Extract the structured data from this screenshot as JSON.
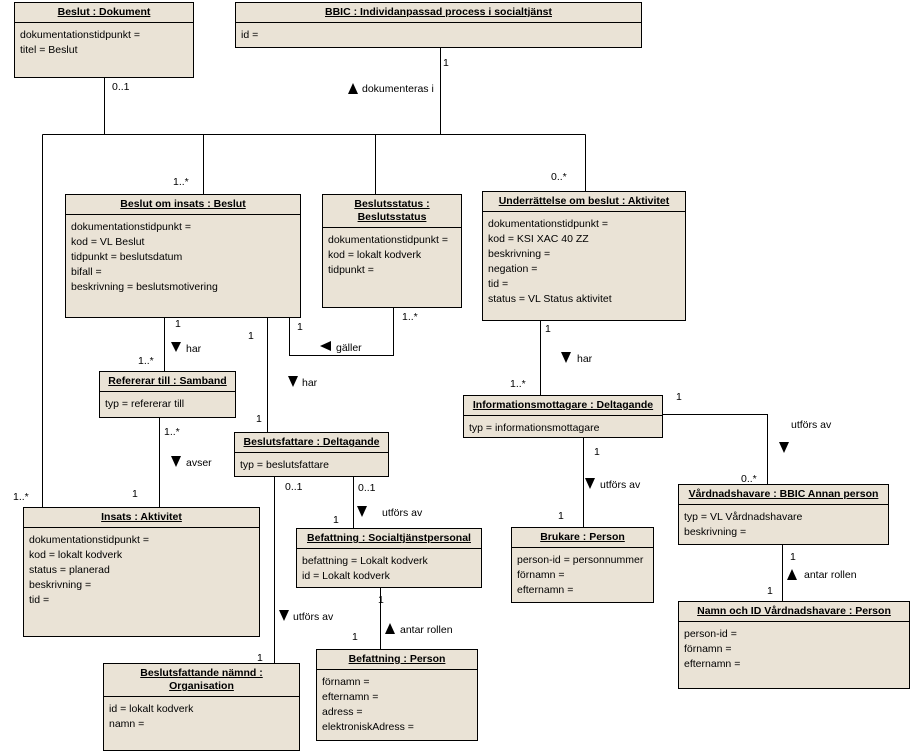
{
  "classes": {
    "beslut": {
      "title": [
        "Beslut : Dokument"
      ],
      "attrs": [
        "dokumentationstidpunkt =",
        "titel = Beslut"
      ]
    },
    "bbic": {
      "title": [
        "BBIC : Individanpassad process i socialtjänst"
      ],
      "attrs": [
        "id ="
      ]
    },
    "beslut_insats": {
      "title": [
        "Beslut om insats : Beslut"
      ],
      "attrs": [
        "dokumentationstidpunkt =",
        "kod = VL Beslut",
        "tidpunkt = beslutsdatum",
        "bifall =",
        "beskrivning = beslutsmotivering"
      ]
    },
    "beslutsstatus": {
      "title": [
        "Beslutsstatus :",
        "Beslutsstatus"
      ],
      "attrs": [
        "dokumentationstidpunkt =",
        "kod = lokalt kodverk",
        "tidpunkt ="
      ]
    },
    "underrattelse": {
      "title": [
        "Underrättelse om beslut : Aktivitet"
      ],
      "attrs": [
        "dokumentationstidpunkt =",
        "kod = KSI XAC 40 ZZ",
        "beskrivning =",
        "negation =",
        "tid =",
        "status = VL Status aktivitet"
      ]
    },
    "refererar": {
      "title": [
        "Refererar till : Samband"
      ],
      "attrs": [
        "typ = refererar till"
      ]
    },
    "beslutsfattare": {
      "title": [
        "Beslutsfattare : Deltagande"
      ],
      "attrs": [
        "typ = beslutsfattare"
      ]
    },
    "informationsmottagare": {
      "title": [
        "Informationsmottagare : Deltagande"
      ],
      "attrs": [
        "typ = informationsmottagare"
      ]
    },
    "insats": {
      "title": [
        "Insats : Aktivitet"
      ],
      "attrs": [
        "dokumentationstidpunkt =",
        "kod = lokalt kodverk",
        "status = planerad",
        "beskrivning =",
        "tid ="
      ]
    },
    "befattning_soc": {
      "title": [
        "Befattning : Socialtjänstpersonal"
      ],
      "attrs": [
        "befattning = Lokalt  kodverk",
        "id = Lokalt kodverk"
      ]
    },
    "brukare": {
      "title": [
        "Brukare : Person"
      ],
      "attrs": [
        "person-id = personnummer",
        "förnamn =",
        "efternamn ="
      ]
    },
    "vardnadshavare": {
      "title": [
        "Vårdnadshavare : BBIC Annan person"
      ],
      "attrs": [
        "typ = VL Vårdnadshavare",
        "beskrivning ="
      ]
    },
    "namn_id": {
      "title": [
        "Namn och ID Vårdnadshavare : Person"
      ],
      "attrs": [
        "person-id =",
        "förnamn =",
        "efternamn ="
      ]
    },
    "befattning_person": {
      "title": [
        "Befattning : Person"
      ],
      "attrs": [
        "förnamn =",
        "efternamn =",
        "adress =",
        "elektroniskAdress ="
      ]
    },
    "beslutsfattande": {
      "title": [
        "Beslutsfattande nämnd :",
        "Organisation"
      ],
      "attrs": [
        "id = lokalt kodverk",
        "namn ="
      ]
    }
  },
  "labels": {
    "m_beslut_01": "0..1",
    "m_bbic_1": "1",
    "dokumenteras": "dokumenteras i",
    "m_insats_1n_a": "1..*",
    "m_underr_0n": "0..*",
    "m_insats_1n_b": "1..*",
    "m_bi_1_a": "1",
    "m_bi_1_b": "1",
    "m_bi_1_c": "1",
    "m_status_1n": "1..*",
    "galler": "gäller",
    "m_ref_1n_top": "1..*",
    "har_a": "har",
    "har_b": "har",
    "m_bf_1": "1",
    "m_ref_1n_bot": "1..*",
    "avser": "avser",
    "m_ins_1": "1",
    "m_underr_1": "1",
    "har_c": "har",
    "m_info_1n": "1..*",
    "m_info_1_right": "1",
    "utfors_av_a": "utförs av",
    "m_vard_0n": "0..*",
    "m_info_1_down": "1",
    "utfors_av_b": "utförs av",
    "m_bru_1": "1",
    "m_bf_01_a": "0..1",
    "m_bf_01_b": "0..1",
    "utfors_av_c": "utförs av",
    "m_bs_1_top": "1",
    "utfors_av_d": "utförs av",
    "m_bs_1_bottom": "1",
    "antar_a": "antar rollen",
    "m_bp_1": "1",
    "m_org_1": "1",
    "m_vard_1": "1",
    "antar_b": "antar rollen",
    "m_namn_1": "1"
  }
}
